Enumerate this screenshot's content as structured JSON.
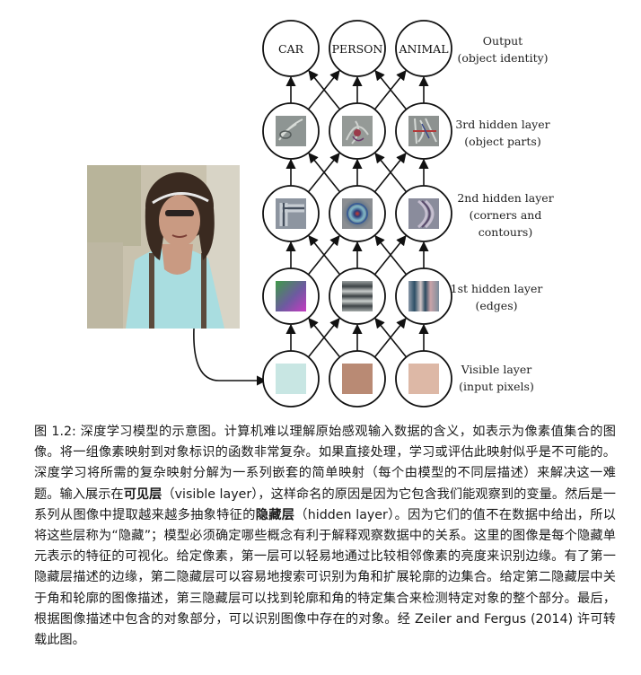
{
  "figure": {
    "output_nodes": [
      "CAR",
      "PERSON",
      "ANIMAL"
    ],
    "layer_labels": {
      "output": [
        "Output",
        "(object identity)"
      ],
      "hidden3": [
        "3rd hidden layer",
        "(object parts)"
      ],
      "hidden2": [
        "2nd hidden layer",
        "(corners and",
        "contours)"
      ],
      "hidden1": [
        "1st hidden layer",
        "(edges)"
      ],
      "visible": [
        "Visible layer",
        "(input pixels)"
      ]
    },
    "pixel_colors": [
      "#c8e6e3",
      "#b98a74",
      "#ddb8a6"
    ],
    "colors": {
      "node_stroke": "#111111",
      "photo_shirt": "#a9dde0",
      "photo_skin": "#c99a82",
      "photo_background": "#c9c2ae"
    }
  },
  "caption": {
    "p1": "图 1.2: 深度学习模型的示意图。计算机难以理解原始感观输入数据的含义，如表示为像素值集合的图像。将一组像素映射到对象标识的函数非常复杂。如果直接处理，学习或评估此映射似乎是不可能的。深度学习将所需的复杂映射分解为一系列嵌套的简单映射（每个由模型的不同层描述）来解决这一难题。输入展示在",
    "b1": "可见层",
    "p2": "（visible layer），这样命名的原因是因为它包含我们能观察到的变量。然后是一系列从图像中提取越来越多抽象特征的",
    "b2": "隐藏层",
    "p3": "（hidden layer）。因为它们的值不在数据中给出，所以将这些层称为“隐藏”；模型必须确定哪些概念有利于解释观察数据中的关系。这里的图像是每个隐藏单元表示的特征的可视化。给定像素，第一层可以轻易地通过比较相邻像素的亮度来识别边缘。有了第一隐藏层描述的边缘，第二隐藏层可以容易地搜索可识别为角和扩展轮廓的边集合。给定第二隐藏层中关于角和轮廓的图像描述，第三隐藏层可以找到轮廓和角的特定集合来检测特定对象的整个部分。最后，根据图像描述中包含的对象部分，可以识别图像中存在的对象。经 Zeiler and Fergus (2014) 许可转载此图。"
  }
}
